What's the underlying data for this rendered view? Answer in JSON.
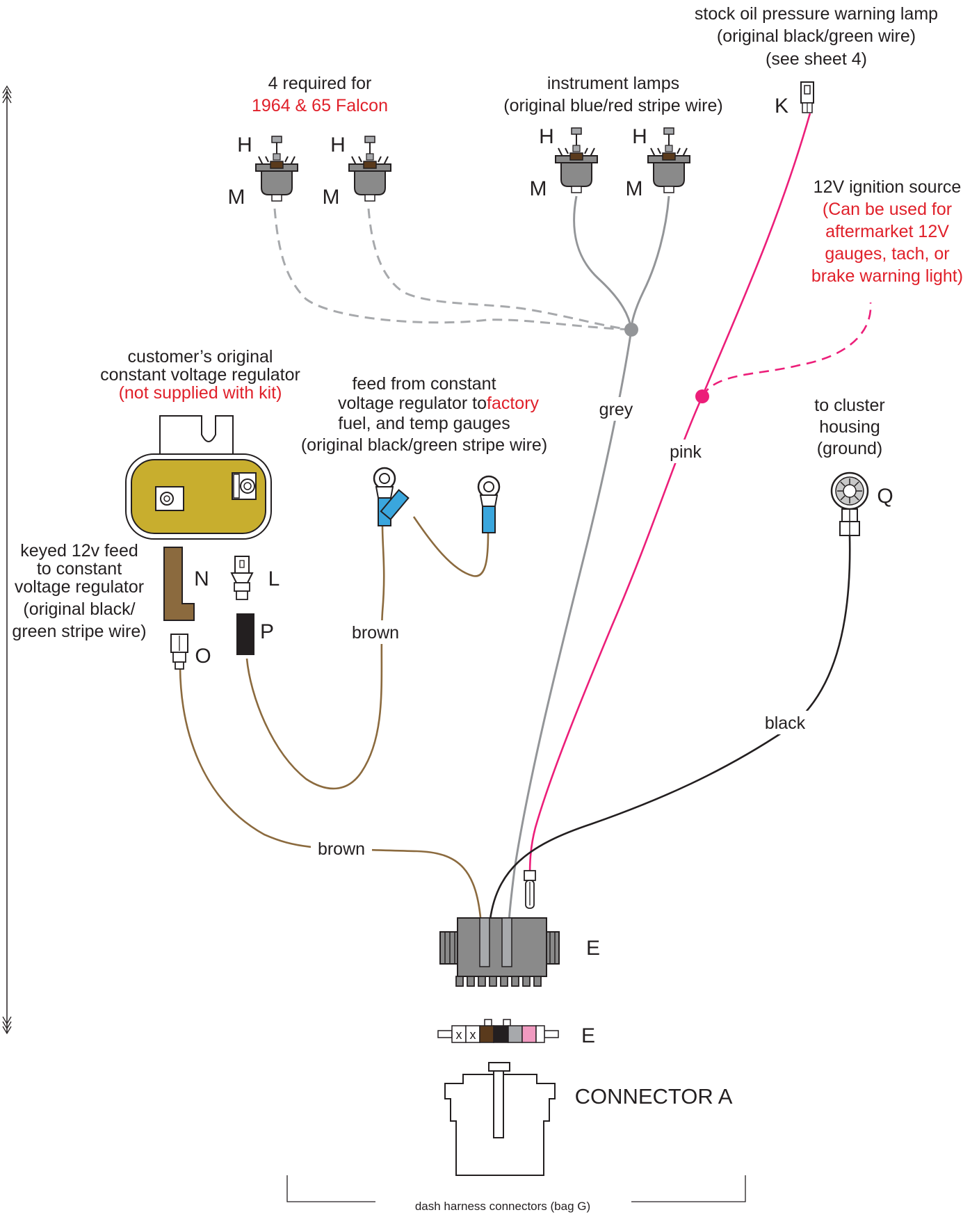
{
  "notes": {
    "oil_lamp": [
      "stock oil pressure warning lamp",
      "(original black/green wire)",
      "(see sheet 4)"
    ],
    "required": "4 required for",
    "required_red": "1964 & 65 Falcon",
    "instrument": [
      "instrument lamps",
      "(original blue/red stripe wire)"
    ],
    "ign_title": "12V ignition source",
    "ign_red": [
      "(Can be used for",
      "aftermarket 12V",
      "gauges, tach, or",
      "brake warning light)"
    ],
    "regulator": [
      "customer’s original",
      "constant voltage regulator"
    ],
    "regulator_red": "(not supplied with kit)",
    "feed_1": "feed from constant",
    "feed_2a": "voltage regulator to ",
    "feed_2b": "factory",
    "feed_3": "fuel, and temp gauges",
    "feed_4": "(original black/green stripe wire)",
    "cluster": [
      "to cluster",
      "housing",
      "(ground)"
    ],
    "keyed": [
      "keyed 12v feed",
      "to constant",
      "voltage regulator",
      "(original black/",
      "green stripe wire)"
    ],
    "bottom": "dash harness connectors (bag G)"
  },
  "letters": {
    "h": "H",
    "m": "M",
    "k": "K",
    "n": "N",
    "l": "L",
    "o": "O",
    "p": "P",
    "q": "Q",
    "e": "E",
    "connector_a": "CONNECTOR A",
    "x": "x"
  },
  "wires": {
    "grey": "grey",
    "pink": "pink",
    "brown": "brown",
    "black": "black"
  },
  "colors": {
    "grey": "#939598",
    "pink": "#ec1e79",
    "brown": "#8b6a3e",
    "black": "#231f20",
    "red": "#e0202a",
    "regulator": "#c8ae2e",
    "terminal_blue": "#3aa6dd",
    "socket": "#8a8a8a",
    "pin_brown": "#5a3a1c",
    "pin_pink": "#f09ac0"
  }
}
